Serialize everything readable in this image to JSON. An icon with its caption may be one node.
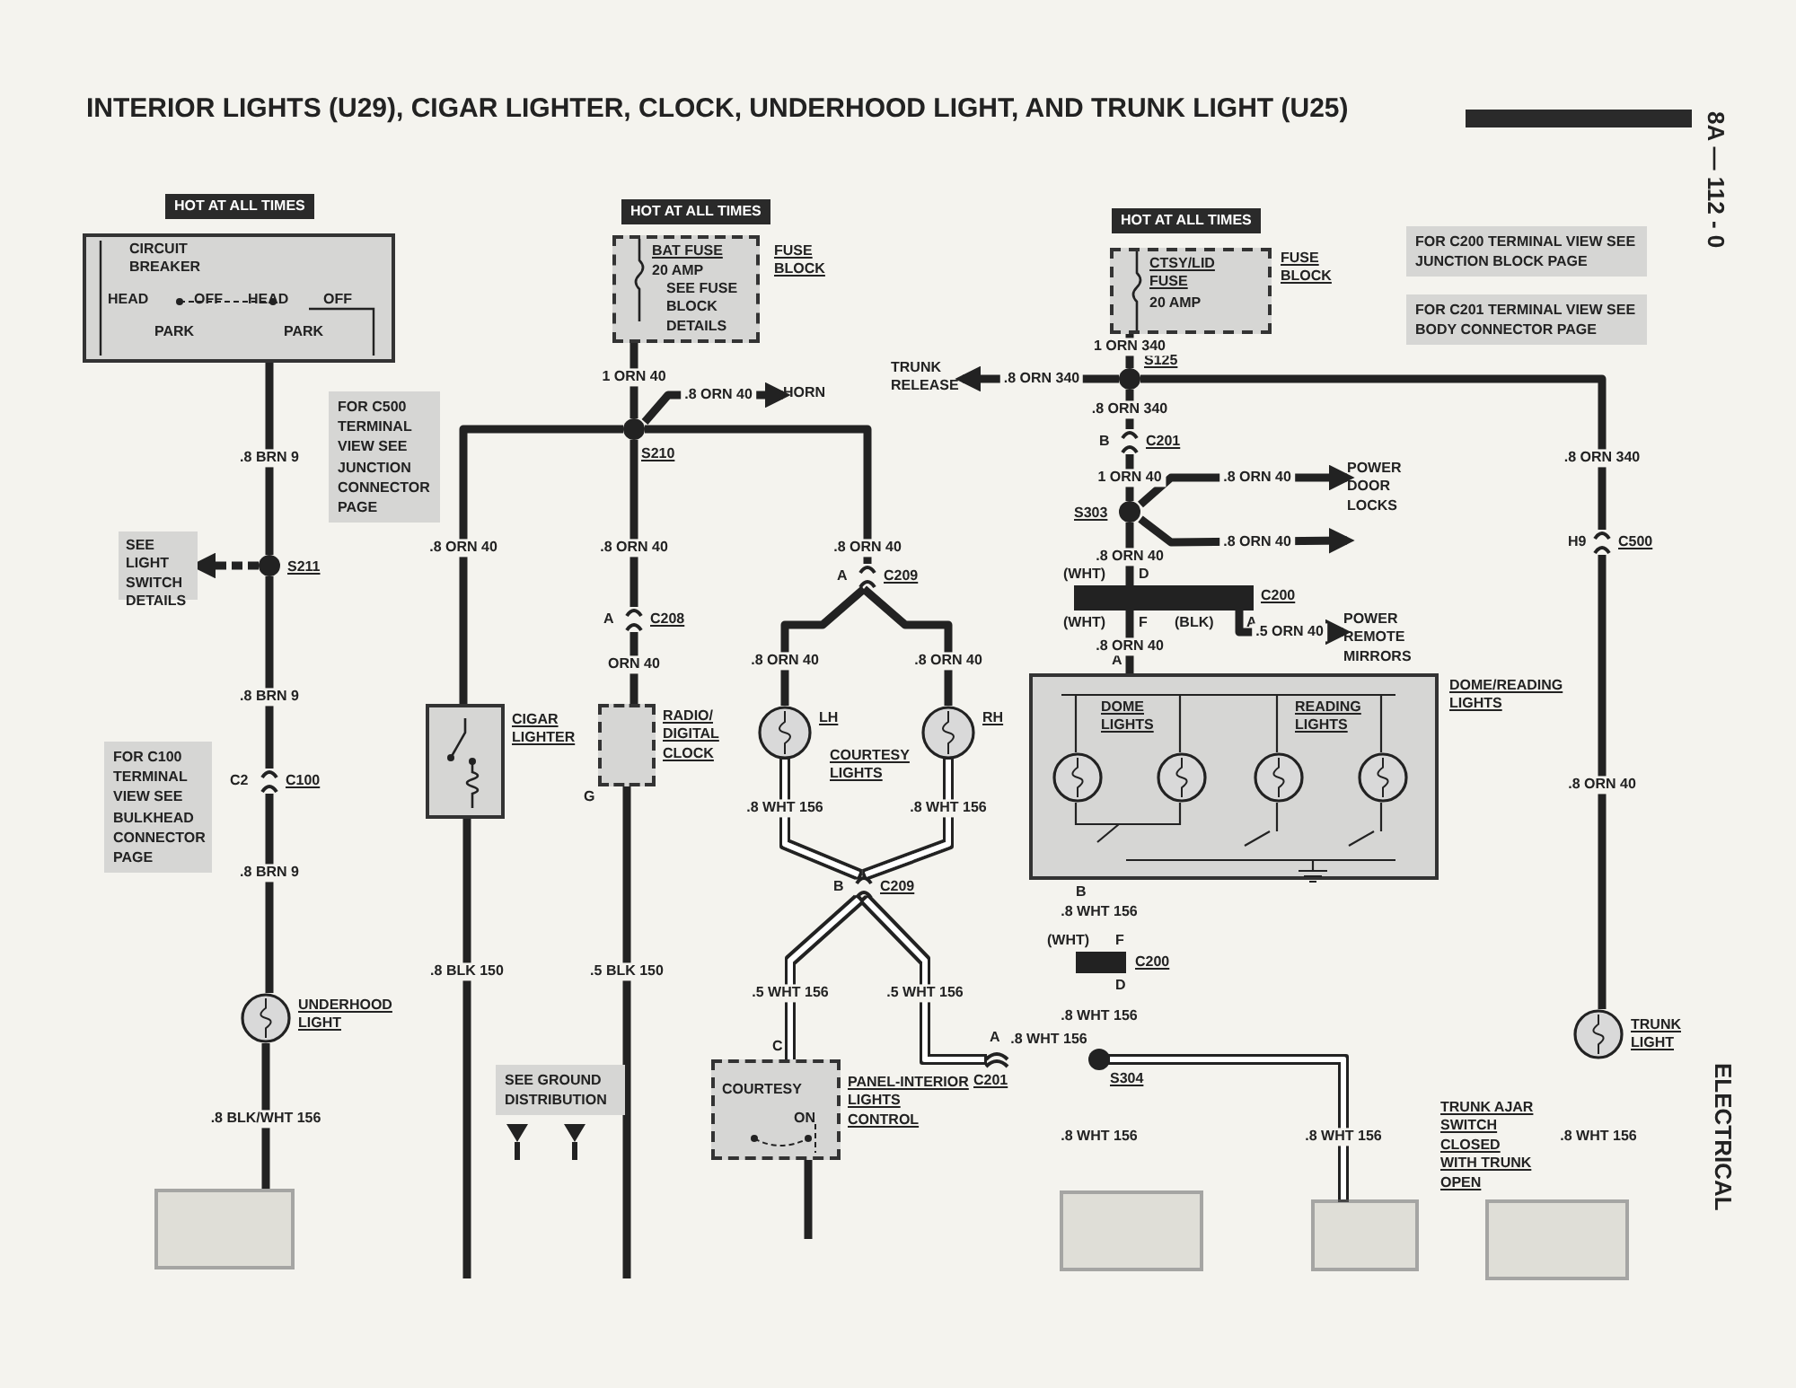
{
  "diagram": {
    "title": "INTERIOR LIGHTS (U29), CIGAR LIGHTER, CLOCK, UNDERHOOD LIGHT, AND TRUNK LIGHT (U25)",
    "nodes": [
      {
        "text": [
          "CIRCUIT BREAKER",
          "HEAD",
          "OFF",
          "PARK",
          "HEAD",
          "OFF",
          "PARK"
        ],
        "beside": [
          "HOT AT ALL TIMES"
        ]
      },
      {
        "text": [
          "S211"
        ]
      },
      {
        "text": [
          "SEE LIGHT SWITCH DETAILS"
        ]
      },
      {
        "text": [
          "C100"
        ],
        "beside": [
          "C2"
        ]
      },
      {
        "text": [
          "UNDERHOOD LIGHT"
        ]
      },
      {
        "text": [],
        "shape": "box"
      },
      {
        "text": [
          "BAT FUSE",
          "20 AMP",
          "SEE FUSE BLOCK DETAILS",
          "FUSE BLOCK"
        ],
        "beside": [
          "HOT AT ALL TIMES"
        ]
      },
      {
        "text": [
          "S210"
        ]
      },
      {
        "text": [
          "HORN"
        ]
      },
      {
        "text": [
          "CIGAR LIGHTER"
        ]
      },
      {
        "text": [
          "C208"
        ],
        "beside": [
          "A"
        ]
      },
      {
        "text": [
          "RADIO/ DIGITAL CLOCK"
        ],
        "beside": [
          "G"
        ]
      },
      {
        "text": [
          "C209"
        ],
        "beside": [
          "A"
        ]
      },
      {
        "text": [
          "LH"
        ]
      },
      {
        "text": [
          "RH"
        ]
      },
      {
        "text": [
          "C209"
        ],
        "beside": [
          "B"
        ]
      },
      {
        "text": [
          "COURTESY",
          "ON",
          "PANEL-INTERIOR LIGHTS CONTROL"
        ],
        "beside": [
          "C"
        ]
      },
      {
        "text": [
          "CTSY/LID FUSE",
          "20 AMP",
          "FUSE BLOCK"
        ],
        "beside": [
          "HOT AT ALL TIMES"
        ]
      },
      {
        "text": [
          "S125"
        ]
      },
      {
        "text": [
          "TRUNK RELEASE"
        ]
      },
      {
        "text": [
          "C201"
        ],
        "beside": [
          "B"
        ]
      },
      {
        "text": [
          "S303"
        ]
      },
      {
        "text": [
          "POWER DOOR LOCKS"
        ]
      },
      {
        "text": [
          "C200"
        ],
        "beside": [
          "(WHT)",
          "D",
          "(WHT)",
          "F",
          "(BLK)",
          "A"
        ]
      },
      {
        "text": [
          "POWER REMOTE MIRRORS"
        ]
      },
      {
        "text": [
          "DOME LIGHTS",
          "READING LIGHTS",
          "DOME/READING LIGHTS"
        ],
        "beside": [
          "A",
          "B"
        ]
      },
      {
        "text": [
          "C200"
        ],
        "beside": [
          "(WHT)",
          "F",
          "D"
        ]
      },
      {
        "text": [
          "S304"
        ]
      },
      {
        "text": [
          "C201"
        ],
        "beside": [
          "A"
        ]
      },
      {
        "text": [
          "C500"
        ],
        "beside": [
          "H9"
        ]
      },
      {
        "text": [
          "TRUNK LIGHT"
        ]
      },
      {
        "text": [],
        "shape": "box"
      },
      {
        "text": [],
        "shape": "box"
      },
      {
        "text": [],
        "shape": "box",
        "beside": [
          "TRUNK AJAR SWITCH CLOSED WITH TRUNK OPEN"
        ]
      }
    ],
    "edges": [
      {
        "from": 0,
        "to": 1,
        "arrow": "none",
        "label": ".8 BRN 9"
      },
      {
        "from": 1,
        "to": 2,
        "arrow": "to",
        "style": "dashed"
      },
      {
        "from": 1,
        "to": 3,
        "arrow": "none",
        "label": ".8 BRN 9"
      },
      {
        "from": 3,
        "to": 4,
        "arrow": "none",
        "label": ".8 BRN 9"
      },
      {
        "from": 4,
        "to": 5,
        "arrow": "none",
        "label": ".8 BLK/WHT 156"
      },
      {
        "from": 6,
        "to": 7,
        "arrow": "none",
        "label": "1 ORN 40"
      },
      {
        "from": 7,
        "to": 8,
        "arrow": "to",
        "label": ".8 ORN 40"
      },
      {
        "from": 7,
        "to": 9,
        "arrow": "none",
        "label": ".8 ORN 40"
      },
      {
        "from": 7,
        "to": 10,
        "arrow": "none",
        "label": ".8 ORN 40"
      },
      {
        "from": 10,
        "to": 11,
        "arrow": "none",
        "label": "ORN 40"
      },
      {
        "from": 7,
        "to": 12,
        "arrow": "none",
        "label": ".8 ORN 40"
      },
      {
        "from": 12,
        "to": 13,
        "arrow": "none",
        "label": ".8 ORN 40"
      },
      {
        "from": 12,
        "to": 14,
        "arrow": "none",
        "label": ".8 ORN 40"
      },
      {
        "from": 13,
        "to": 15,
        "arrow": "none",
        "label": ".8 WHT 156",
        "color": "#ffffff"
      },
      {
        "from": 14,
        "to": 15,
        "arrow": "none",
        "label": ".8 WHT 156",
        "color": "#ffffff"
      },
      {
        "from": 15,
        "to": 16,
        "arrow": "none",
        "label": ".5 WHT 156",
        "color": "#ffffff"
      },
      {
        "from": 15,
        "to": 28,
        "arrow": "none",
        "label": ".5 WHT 156",
        "color": "#ffffff"
      },
      {
        "from": 9,
        "to": null,
        "arrow": "none",
        "label": ".8 BLK 150"
      },
      {
        "from": 11,
        "to": null,
        "arrow": "none",
        "label": ".5 BLK 150"
      },
      {
        "from": 16,
        "to": null,
        "arrow": "none"
      },
      {
        "from": 17,
        "to": 18,
        "arrow": "none",
        "label": "1 ORN 340"
      },
      {
        "from": 18,
        "to": 19,
        "arrow": "to",
        "label": ".8 ORN 340"
      },
      {
        "from": 18,
        "to": 20,
        "arrow": "none",
        "label": ".8 ORN 340"
      },
      {
        "from": 18,
        "to": 29,
        "arrow": "none",
        "label": ".8 ORN 340"
      },
      {
        "from": 20,
        "to": 21,
        "arrow": "none",
        "label": "1 ORN 40"
      },
      {
        "from": 21,
        "to": 22,
        "arrow": "to",
        "label": ".8 ORN 40"
      },
      {
        "from": 21,
        "to": 22,
        "arrow": "to",
        "label": ".8 ORN 40"
      },
      {
        "from": 21,
        "to": 23,
        "arrow": "none",
        "label": ".8 ORN 40"
      },
      {
        "from": 23,
        "to": 24,
        "arrow": "to",
        "label": ".5 ORN 40"
      },
      {
        "from": 23,
        "to": 25,
        "arrow": "none",
        "label": ".8 ORN 40"
      },
      {
        "from": 25,
        "to": 26,
        "arrow": "none",
        "label": ".8 WHT 156",
        "color": "#ffffff"
      },
      {
        "from": 26,
        "to": 27,
        "arrow": "none",
        "label": ".8 WHT 156",
        "color": "#ffffff"
      },
      {
        "from": 28,
        "to": 27,
        "arrow": "none",
        "label": ".8 WHT 156",
        "color": "#ffffff"
      },
      {
        "from": 27,
        "to": 31,
        "arrow": "none",
        "label": ".8 WHT 156",
        "color": "#ffffff"
      },
      {
        "from": 27,
        "to": 32,
        "arrow": "none",
        "label": ".8 WHT 156",
        "color": "#ffffff"
      },
      {
        "from": 29,
        "to": 30,
        "arrow": "none",
        "label": ".8 ORN 40"
      },
      {
        "from": 30,
        "to": 33,
        "arrow": "none",
        "label": ".8 WHT 156",
        "color": "#ffffff"
      }
    ],
    "labels": [
      "FOR C500 TERMINAL VIEW SEE JUNCTION CONNECTOR PAGE",
      "FOR C100 TERMINAL VIEW SEE BULKHEAD CONNECTOR PAGE",
      "COURTESY LIGHTS",
      "SEE GROUND DISTRIBUTION",
      "FOR C200 TERMINAL VIEW SEE JUNCTION BLOCK PAGE",
      "FOR C201 TERMINAL VIEW SEE BODY CONNECTOR PAGE",
      "8A — 112 - 0",
      "ELECTRICAL"
    ]
  }
}
